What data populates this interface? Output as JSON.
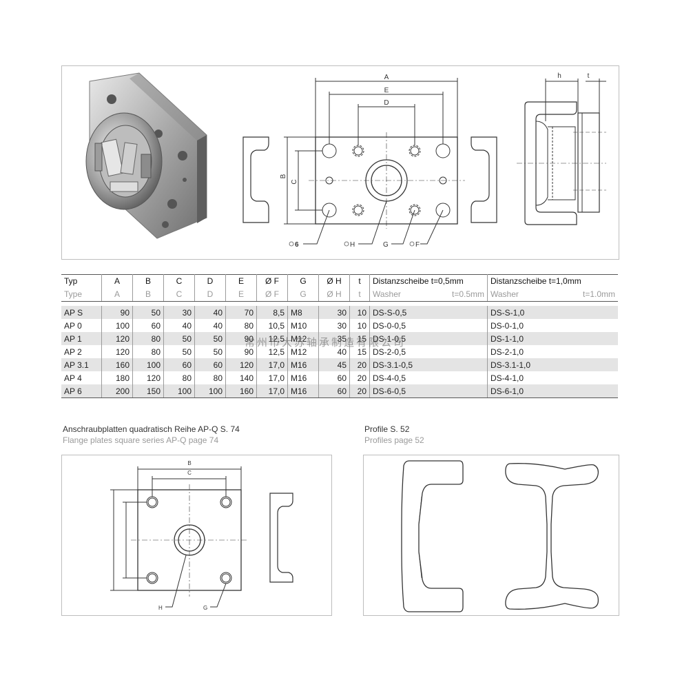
{
  "drawing_labels": {
    "top": {
      "A": "A",
      "E": "E",
      "D": "D",
      "B": "B",
      "C": "C",
      "h": "h",
      "t": "t",
      "callout_6": "6",
      "callout_H": "H",
      "callout_G": "G",
      "callout_F": "F"
    },
    "bottom_left": {
      "B": "B",
      "C": "C",
      "H": "H",
      "G": "G"
    }
  },
  "table": {
    "headers_de": [
      "Typ",
      "A",
      "B",
      "C",
      "D",
      "E",
      "Ø F",
      "G",
      "Ø H",
      "t",
      "Distanzscheibe  t=0,5mm",
      "Distanzscheibe  t=1,0mm"
    ],
    "headers_en": [
      "Type",
      "A",
      "B",
      "C",
      "D",
      "E",
      "Ø F",
      "G",
      "Ø H",
      "t"
    ],
    "washer_en_1": {
      "label": "Washer",
      "value": "t=0.5mm"
    },
    "washer_en_2": {
      "label": "Washer",
      "value": "t=1.0mm"
    },
    "rows": [
      [
        "AP S",
        "90",
        "50",
        "30",
        "40",
        "70",
        "8,5",
        "M8",
        "30",
        "10",
        "DS-S-0,5",
        "DS-S-1,0"
      ],
      [
        "AP 0",
        "100",
        "60",
        "40",
        "40",
        "80",
        "10,5",
        "M10",
        "30",
        "10",
        "DS-0-0,5",
        "DS-0-1,0"
      ],
      [
        "AP 1",
        "120",
        "80",
        "50",
        "50",
        "90",
        "12,5",
        "M12",
        "35",
        "15",
        "DS-1-0,5",
        "DS-1-1,0"
      ],
      [
        "AP 2",
        "120",
        "80",
        "50",
        "50",
        "90",
        "12,5",
        "M12",
        "40",
        "15",
        "DS-2-0,5",
        "DS-2-1,0"
      ],
      [
        "AP 3.1",
        "160",
        "100",
        "60",
        "60",
        "120",
        "17,0",
        "M16",
        "45",
        "20",
        "DS-3.1-0,5",
        "DS-3.1-1,0"
      ],
      [
        "AP 4",
        "180",
        "120",
        "80",
        "80",
        "140",
        "17,0",
        "M16",
        "60",
        "20",
        "DS-4-0,5",
        "DS-4-1,0"
      ],
      [
        "AP 6",
        "200",
        "150",
        "100",
        "100",
        "160",
        "17,0",
        "M16",
        "60",
        "20",
        "DS-6-0,5",
        "DS-6-1,0"
      ]
    ]
  },
  "watermark": "常州市大苏轴承制造有限公司",
  "captions": {
    "left_de": "Anschraubplatten quadratisch Reihe AP-Q S. 74",
    "left_en": "Flange plates square series AP-Q page 74",
    "right_de": "Profile  S. 52",
    "right_en": "Profiles page 52"
  },
  "colors": {
    "shade": "#e4e4e4",
    "line": "#555555",
    "muted": "#9a9a9a"
  }
}
